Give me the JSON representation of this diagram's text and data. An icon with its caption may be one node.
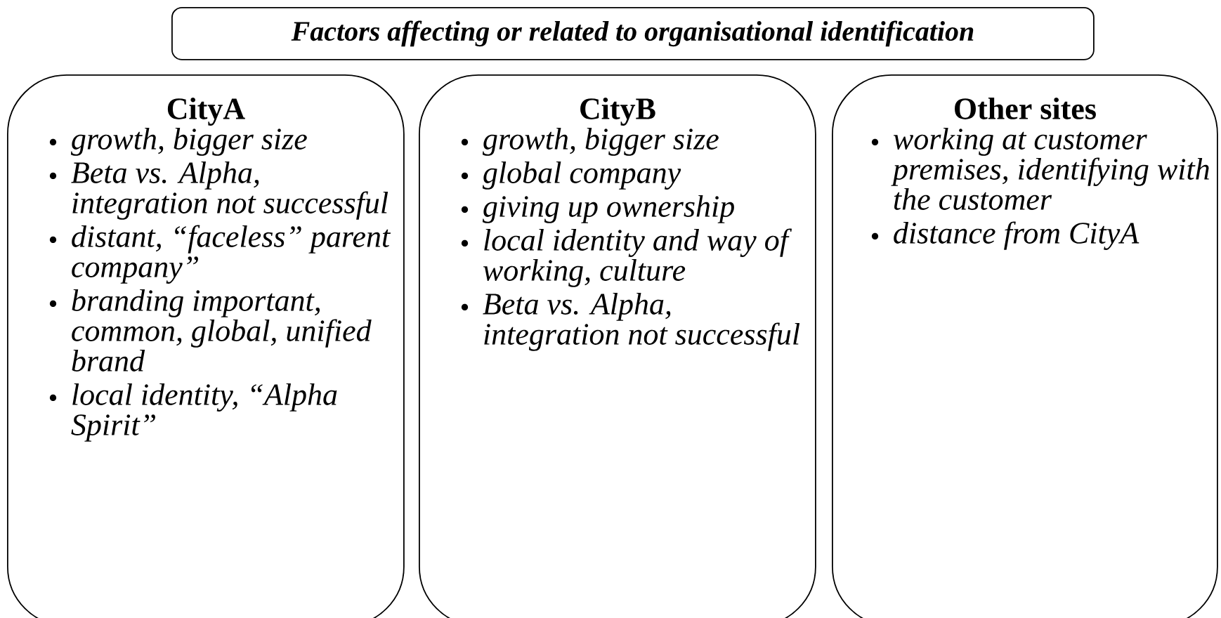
{
  "diagram": {
    "nodes": [
      {
        "text": [
          "Factors affecting or related to organisational identification"
        ]
      },
      {
        "text": [
          "CityA",
          "growth, bigger size",
          "Beta vs. Alpha, integration not successful",
          "distant, “faceless” parent company”",
          "branding important, common, global, unified brand",
          "local identity, “Alpha Spirit”"
        ]
      },
      {
        "text": [
          "CityB",
          "growth, bigger size",
          "global company",
          "giving up ownership",
          "local identity and way of working, culture",
          "Beta vs. Alpha, integration not successful"
        ]
      },
      {
        "text": [
          "Other sites",
          "working at customer premises, identifying with the customer",
          "distance from CityA"
        ]
      }
    ]
  }
}
